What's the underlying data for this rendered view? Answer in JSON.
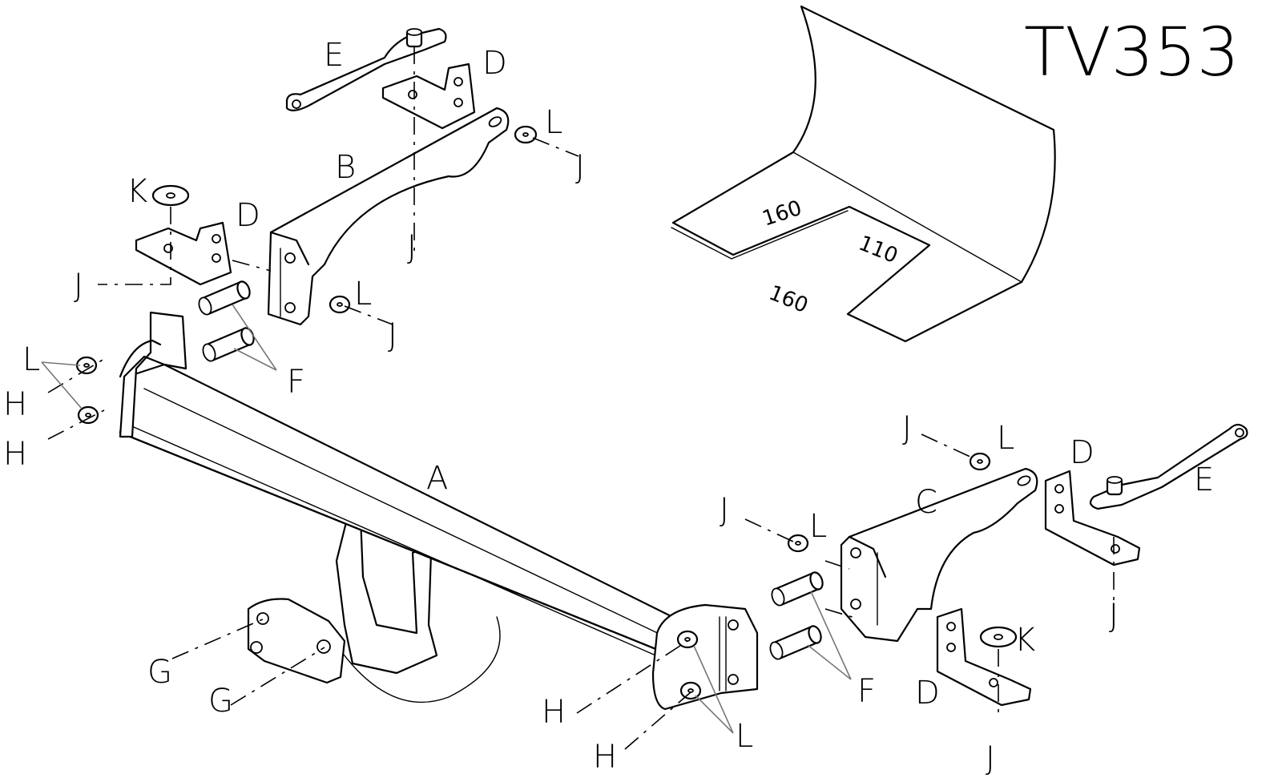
{
  "model": "TV353",
  "labels": {
    "A": "A",
    "B": "B",
    "C": "C",
    "D": "D",
    "E": "E",
    "F": "F",
    "G": "G",
    "H": "H",
    "J": "J",
    "K": "K",
    "L": "L"
  },
  "template_dimensions": {
    "top_width": "160",
    "notch_depth": "110",
    "bottom_width": "160"
  }
}
